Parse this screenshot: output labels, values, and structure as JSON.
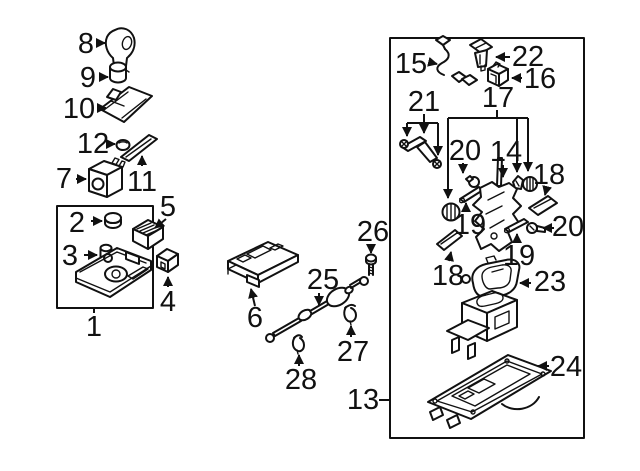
{
  "figure": {
    "type": "exploded-parts-diagram",
    "subject": "shift lever assembly parts diagram",
    "background_color": "#ffffff",
    "line_color": "#111111",
    "label_color": "#111111"
  },
  "grouping_boxes": [
    {
      "label": "1",
      "contains": [
        "2",
        "3",
        "1"
      ]
    },
    {
      "label": "13",
      "contains": [
        "15",
        "22",
        "16",
        "21",
        "17",
        "20",
        "14",
        "18",
        "19",
        "23",
        "24"
      ]
    }
  ],
  "callouts": [
    {
      "text": "8",
      "name": "shift-knob"
    },
    {
      "text": "9",
      "name": "knob-bushing"
    },
    {
      "text": "10",
      "name": "boot-cover"
    },
    {
      "text": "12",
      "name": "clip"
    },
    {
      "text": "11",
      "name": "trim-strip"
    },
    {
      "text": "7",
      "name": "switch"
    },
    {
      "text": "2",
      "name": "cap"
    },
    {
      "text": "3",
      "name": "bushing"
    },
    {
      "text": "5",
      "name": "connector-switch"
    },
    {
      "text": "4",
      "name": "connector"
    },
    {
      "text": "1",
      "name": "housing-assembly"
    },
    {
      "text": "6",
      "name": "control-module"
    },
    {
      "text": "26",
      "name": "bolt"
    },
    {
      "text": "25",
      "name": "shift-cable"
    },
    {
      "text": "27",
      "name": "cable-clip-right"
    },
    {
      "text": "28",
      "name": "cable-clip-left"
    },
    {
      "text": "15",
      "name": "wire-harness"
    },
    {
      "text": "22",
      "name": "connector-upper"
    },
    {
      "text": "16",
      "name": "connector-lower"
    },
    {
      "text": "21",
      "name": "bracket-with-screws"
    },
    {
      "text": "17",
      "name": "bushing-set"
    },
    {
      "text": "20",
      "name": "grommet-upper"
    },
    {
      "text": "14",
      "name": "shift-lever"
    },
    {
      "text": "18",
      "name": "damper-strip-right"
    },
    {
      "text": "19",
      "name": "pin-left"
    },
    {
      "text": "20",
      "name": "screw-right"
    },
    {
      "text": "19",
      "name": "pin-lower"
    },
    {
      "text": "18",
      "name": "damper-strip-lower"
    },
    {
      "text": "23",
      "name": "indicator-panel"
    },
    {
      "text": "24",
      "name": "base-tray"
    },
    {
      "text": "13",
      "name": "shifter-assembly-box"
    }
  ]
}
